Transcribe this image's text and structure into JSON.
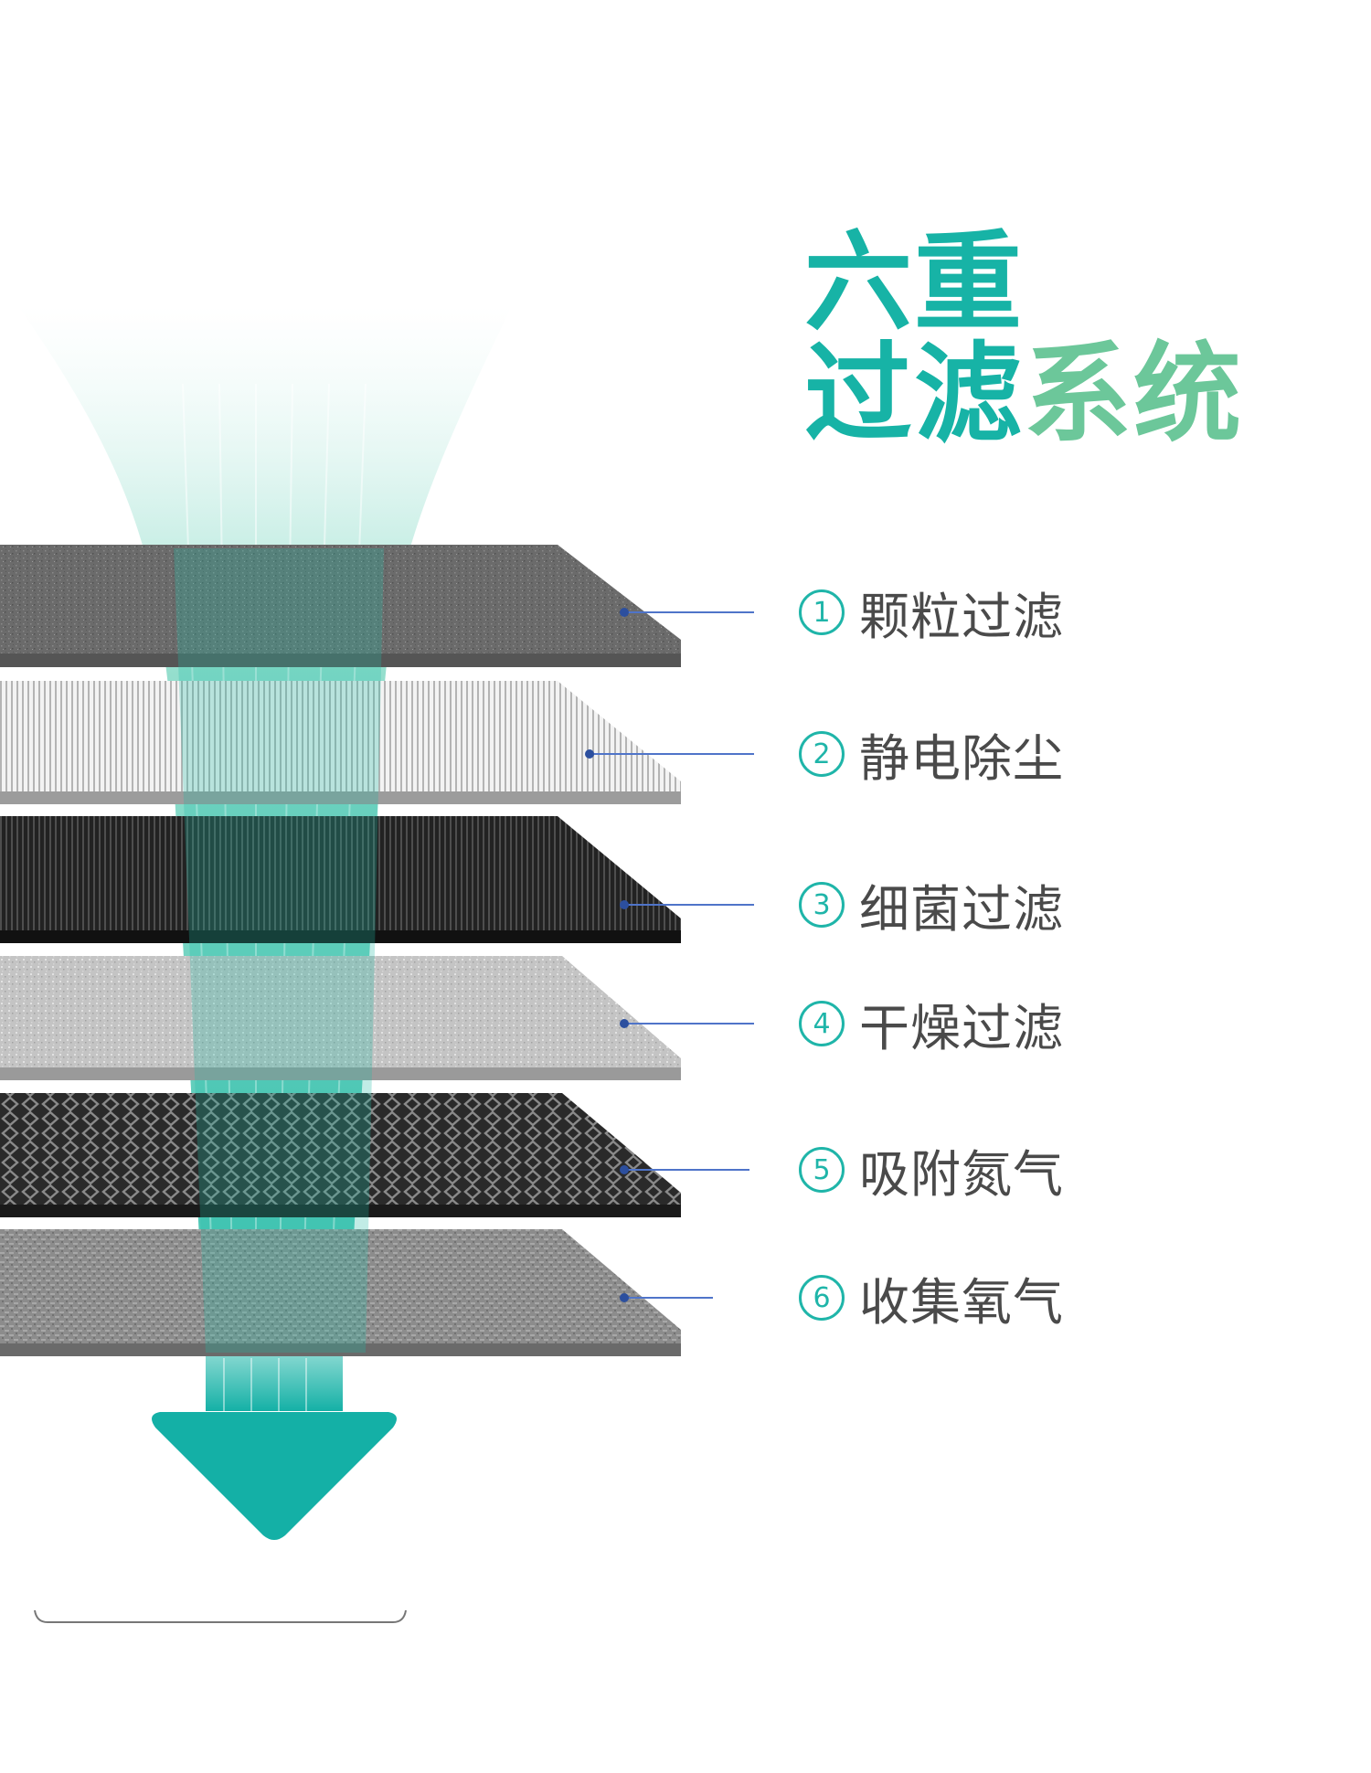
{
  "title": {
    "line1": "六重",
    "line2_part1": "过滤",
    "line2_part2": "系统",
    "color_teal": "#17b3a6",
    "color_green": "#6cc79a"
  },
  "filter_layers": [
    {
      "number": "1",
      "label": "颗粒过滤",
      "texture": "dense-grey-fiber"
    },
    {
      "number": "2",
      "label": "静电除尘",
      "texture": "white-pleated-mesh"
    },
    {
      "number": "3",
      "label": "细菌过滤",
      "texture": "black-fine-mesh"
    },
    {
      "number": "4",
      "label": "干燥过滤",
      "texture": "light-grey-granular"
    },
    {
      "number": "5",
      "label": "吸附氮气",
      "texture": "black-hexagon-mesh"
    },
    {
      "number": "6",
      "label": "收集氧气",
      "texture": "grey-woven-fiber"
    }
  ],
  "colors": {
    "accent_teal": "#1fb5a9",
    "label_text": "#4a4a4a",
    "leader_line": "#4f74c9"
  },
  "icons": {
    "flow_arrow": "down-arrow-icon"
  }
}
